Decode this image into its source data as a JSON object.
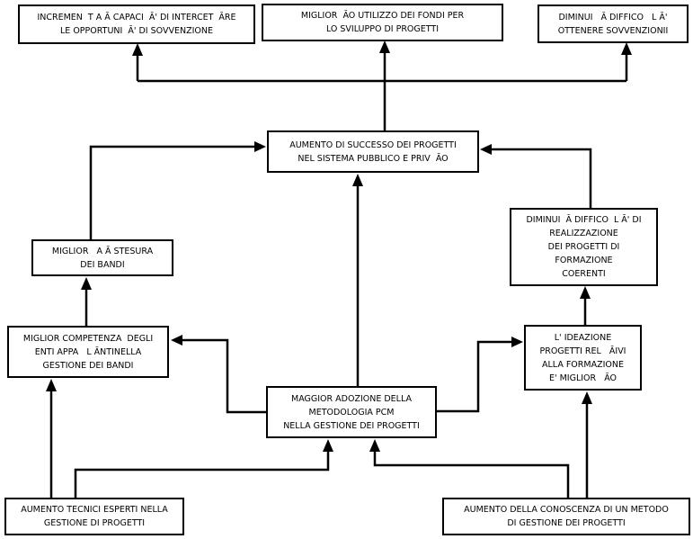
{
  "diagram": {
    "title": "objectives-tree-flowchart",
    "colors": {
      "line": "#000000",
      "box_border": "#000000",
      "background": "#ffffff",
      "text": "#000000"
    },
    "nodes": [
      {
        "id": "incrementata-capacita",
        "text": "INCREMEN  T A Ā CAPACI  Ā' DI INTERCET  ĀRE\nLE OPPORTUNI  Ā' DI SOVVENZIONE"
      },
      {
        "id": "migliorato-utilizzo",
        "text": "MIGLIOR  ĀO UTILIZZO DEI FONDI PER\nLO SVILUPPO DI PROGETTI"
      },
      {
        "id": "diminuita-difficolta",
        "text": "DIMINUI   Ā DIFFICO   L Ā'\nOTTENERE SOVVENZIONII"
      },
      {
        "id": "aumento-successo",
        "text": "AUMENTO DI SUCCESSO DEI PROGETTI\nNEL SISTEMA PUBBLICO E PRIV  ĀO"
      },
      {
        "id": "migliorata-stesura",
        "text": "MIGLIOR   A Ā STESURA\nDEI BANDI"
      },
      {
        "id": "diminuita-realizzazione",
        "text": "DIMINUI  Ā DIFFICO  L Ā' DI\nREALIZZAZIONE\nDEI PROGETTI DI\nFORMAZIONE\nCOERENTI"
      },
      {
        "id": "miglior-competenza",
        "text": "MIGLIOR COMPETENZA  DEGLI\nENTI APPA   L ĀNTINELLA\nGESTIONE DEI BANDI"
      },
      {
        "id": "ideazione-progetti",
        "text": "L' IDEAZIONE\nPROGETTI REL   ĀIVI\nALLA FORMAZIONE\nE' MIGLIOR   ĀO"
      },
      {
        "id": "maggior-adozione",
        "text": "MAGGIOR ADOZIONE DELLA\nMETODOLOGIA PCM\nNELLA GESTIONE DEI PROGETTI"
      },
      {
        "id": "aumento-tecnici",
        "text": "AUMENTO TECNICI ESPERTI NELLA\nGESTIONE DI PROGETTI"
      },
      {
        "id": "aumento-conoscenza",
        "text": "AUMENTO DELLA CONOSCENZA DI UN METODO\nDI GESTIONE DEI PROGETTI"
      }
    ]
  }
}
